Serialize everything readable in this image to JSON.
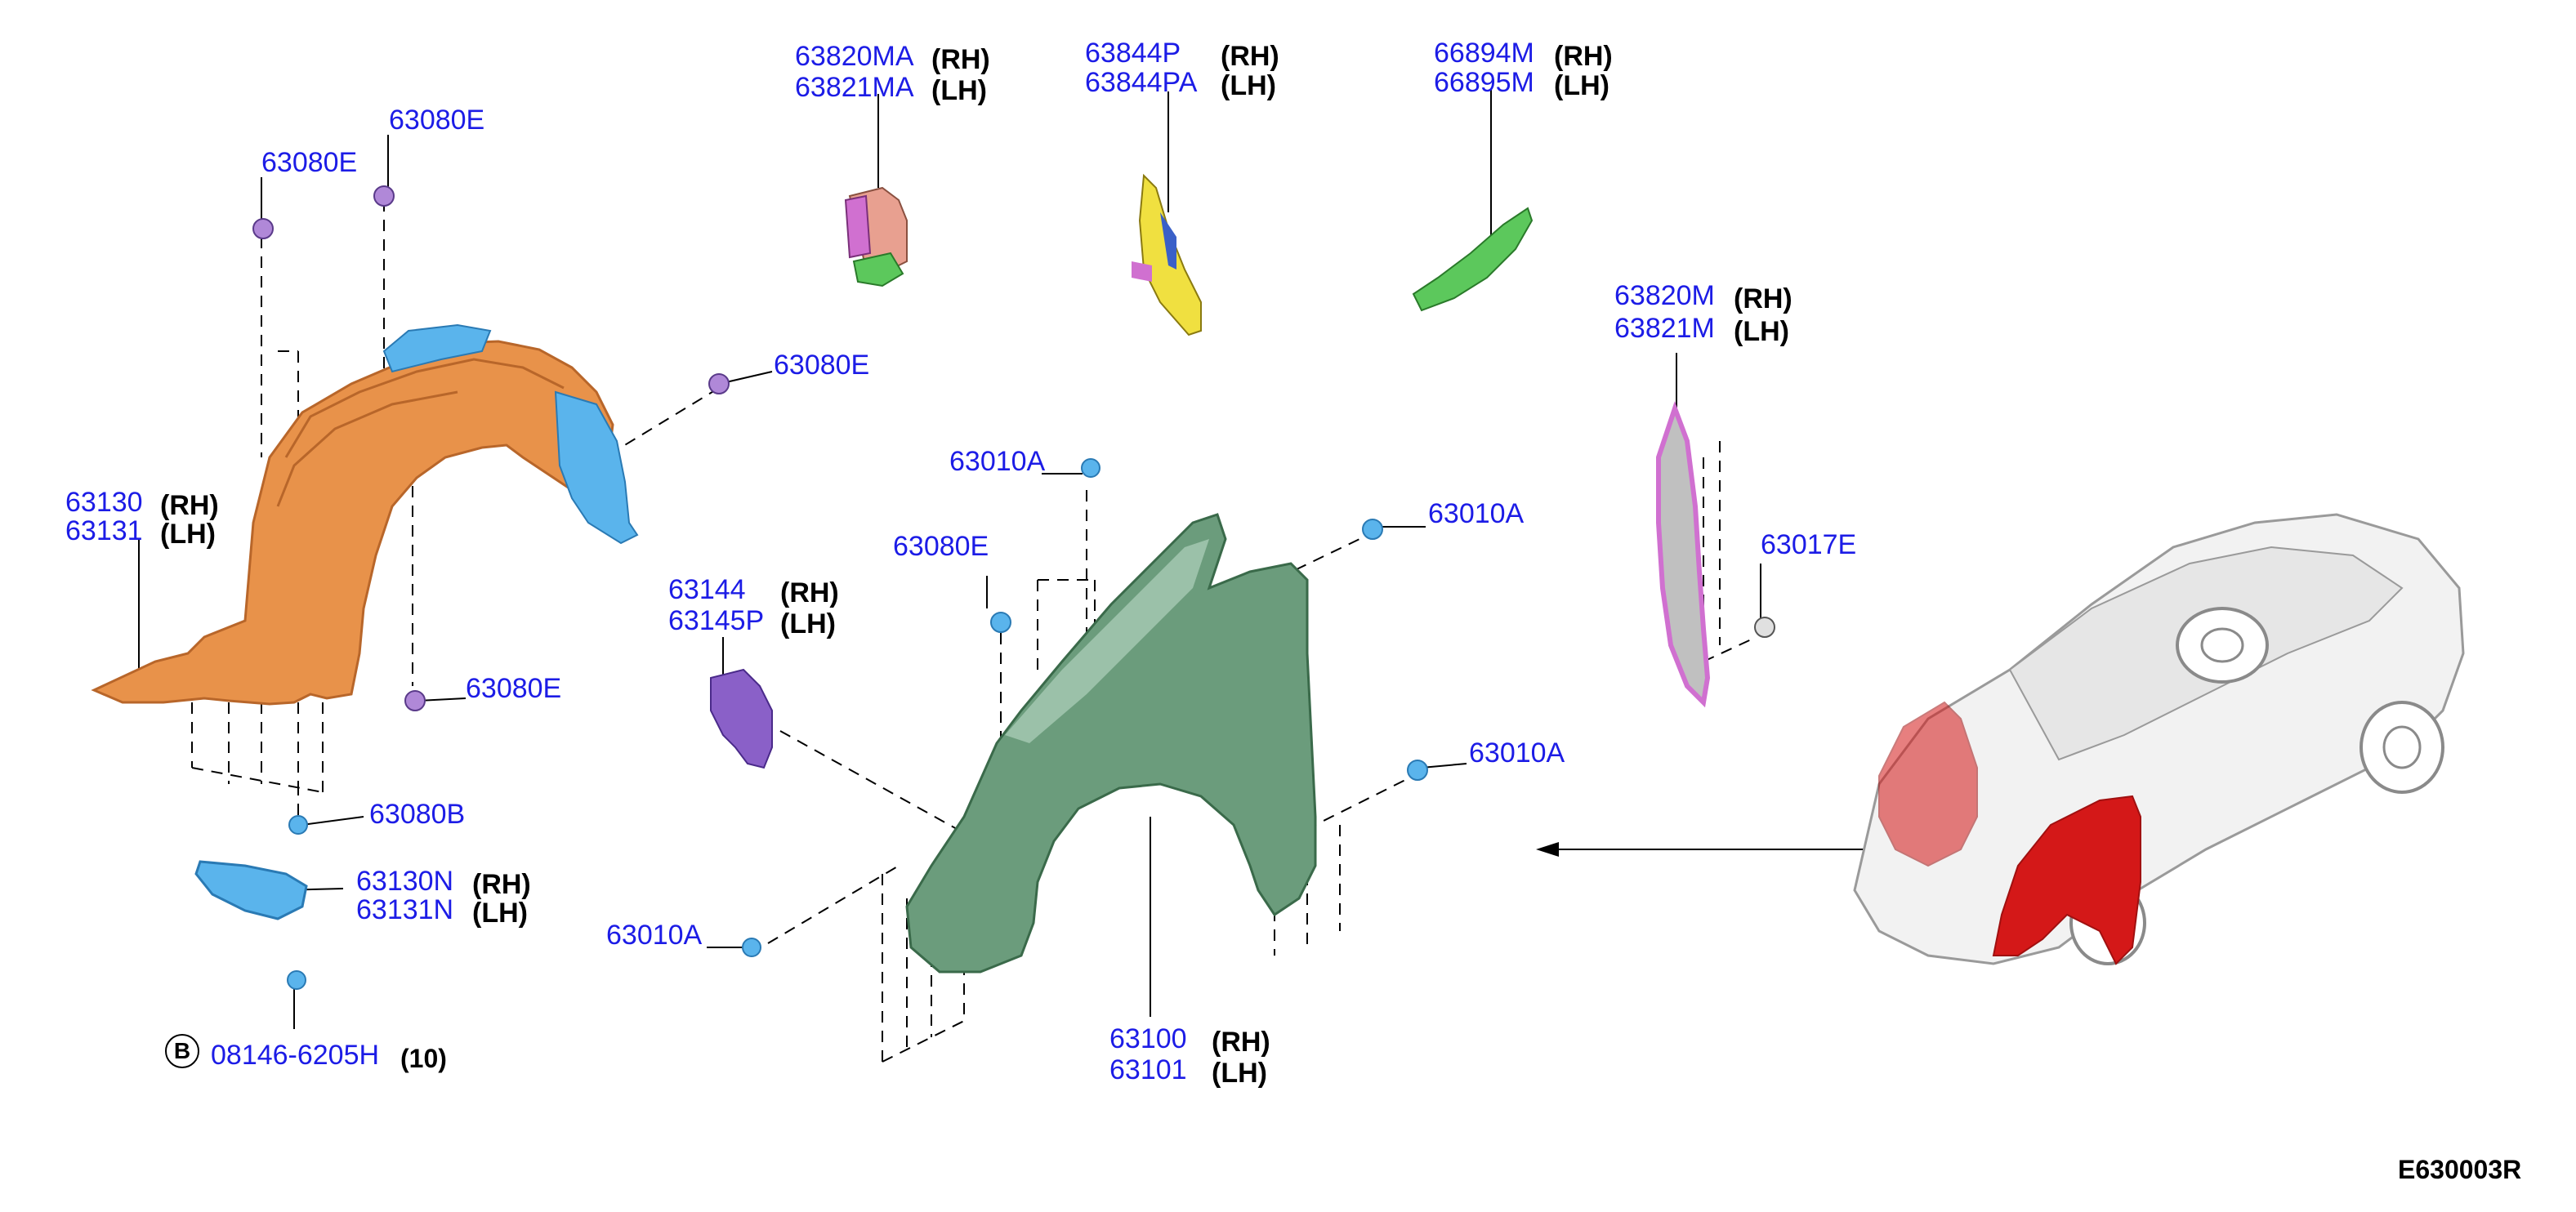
{
  "diagram_code": "E630003R",
  "side_labels": {
    "rh": "(RH)",
    "lh": "(LH)"
  },
  "parts": {
    "fender_protector": {
      "rh": "63130",
      "lh": "63131"
    },
    "fender_protector_clip_top_left": "63080E",
    "fender_protector_clip_top_right": "63080E",
    "fender_protector_clip_right": "63080E",
    "fender_protector_clip_bottom": "63080E",
    "clip_b": "63080B",
    "splash_guard": {
      "rh": "63130N",
      "lh": "63131N"
    },
    "screw": {
      "number": "08146-6205H",
      "qty": "(10)",
      "marker": "B"
    },
    "bracket_ma": {
      "rh": "63820MA",
      "lh": "63821MA"
    },
    "seal_p": {
      "rh": "63844P",
      "lh": "63844PA"
    },
    "seal_m": {
      "rh": "66894M",
      "lh": "66895M"
    },
    "bracket_m": {
      "rh": "63820M",
      "lh": "63821M"
    },
    "clip_e_right": "63017E",
    "bracket_144": {
      "rh": "63144",
      "lh": "63145P"
    },
    "fender_clip_mid": "63080E",
    "bolt_top": "63010A",
    "bolt_upper_right": "63010A",
    "bolt_mid_right": "63010A",
    "bolt_lower_left": "63010A",
    "front_fender": {
      "rh": "63100",
      "lh": "63101"
    }
  },
  "colors": {
    "label_blue": "#1c1ce6",
    "fender_protector": "#e8924a",
    "splash_guard": "#5ab4ec",
    "front_fender": "#6b9c7c",
    "bracket_purple": "#8a60c8",
    "seal_yellow": "#f0e040",
    "seal_green": "#5cc85c",
    "bracket_pink": "#d88ad8",
    "highlight_red": "#d41818"
  }
}
